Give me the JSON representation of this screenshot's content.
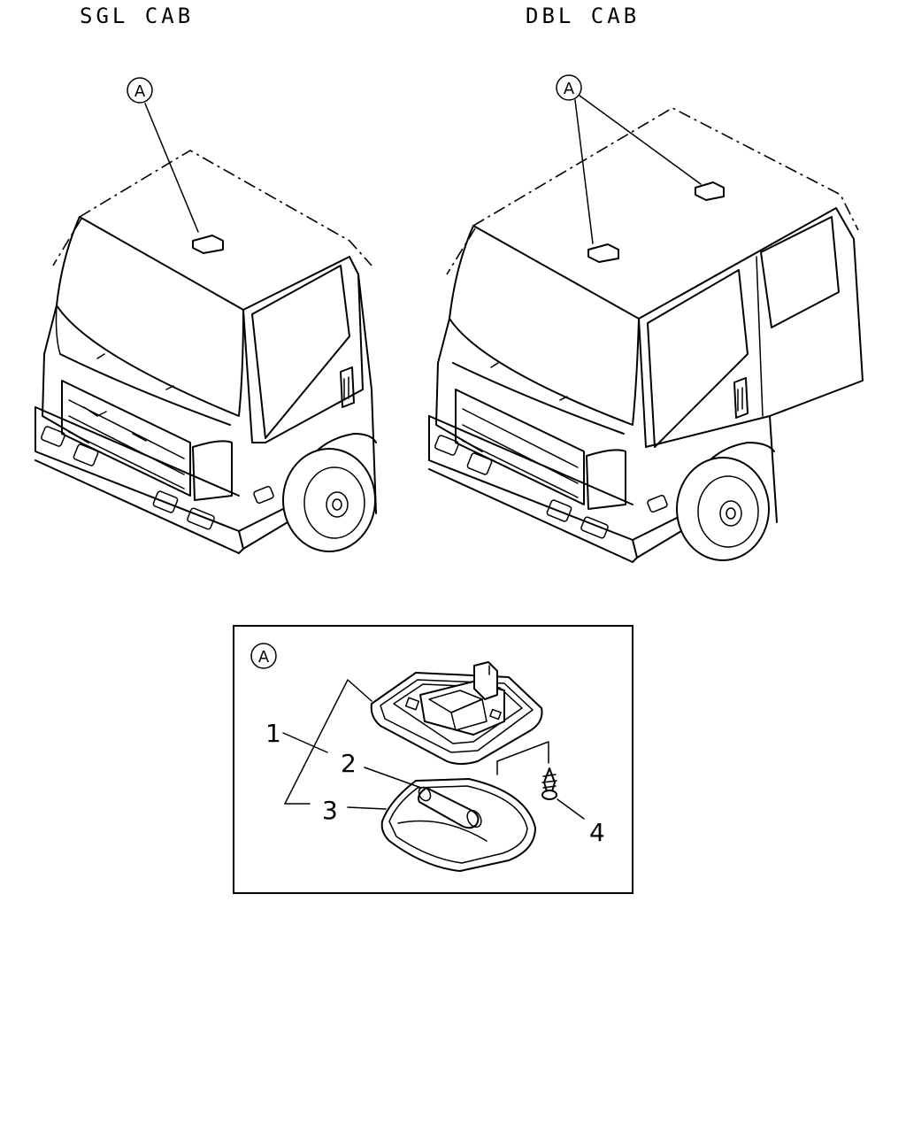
{
  "headings": {
    "single_cab": "SGL CAB",
    "double_cab": "DBL CAB"
  },
  "callouts": {
    "detail_ref": "A"
  },
  "parts": [
    {
      "number": "1"
    },
    {
      "number": "2"
    },
    {
      "number": "3"
    },
    {
      "number": "4"
    }
  ]
}
